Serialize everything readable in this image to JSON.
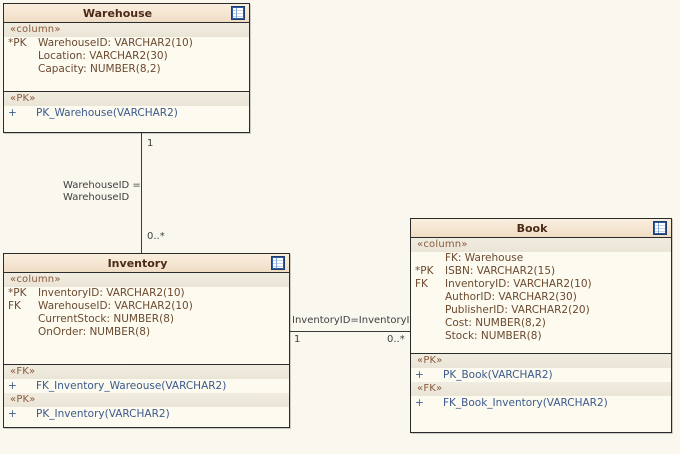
{
  "diagram": {
    "background_color": "#faf7ef",
    "border_color": "#2b2b2b",
    "header_color": "#f5e6d2",
    "title_text_color": "#4a2a16",
    "stereotype_color": "#8a5a3c",
    "operation_color": "#3b5a8c"
  },
  "classes": [
    {
      "name": "Warehouse",
      "icon": "table-icon",
      "compartments": [
        {
          "stereotype": "«column»",
          "rows": [
            {
              "key": "*PK",
              "text": "WarehouseID:  VARCHAR2(10)"
            },
            {
              "key": "",
              "text": "Location:  VARCHAR2(30)"
            },
            {
              "key": "",
              "text": "Capacity:  NUMBER(8,2)"
            }
          ]
        },
        {
          "stereotype": "«PK»",
          "operations": [
            {
              "visibility": "+",
              "signature": "PK_Warehouse(VARCHAR2)"
            }
          ]
        }
      ]
    },
    {
      "name": "Inventory",
      "icon": "table-icon",
      "compartments": [
        {
          "stereotype": "«column»",
          "rows": [
            {
              "key": "*PK",
              "text": "InventoryID:  VARCHAR2(10)"
            },
            {
              "key": "FK",
              "text": "WarehouseID:  VARCHAR2(10)"
            },
            {
              "key": "",
              "text": "CurrentStock:  NUMBER(8)"
            },
            {
              "key": "",
              "text": "OnOrder:  NUMBER(8)"
            }
          ]
        },
        {
          "stereotype": "«FK»",
          "operations": [
            {
              "visibility": "+",
              "signature": "FK_Inventory_Wareouse(VARCHAR2)"
            }
          ]
        },
        {
          "stereotype": "«PK»",
          "operations": [
            {
              "visibility": "+",
              "signature": "PK_Inventory(VARCHAR2)"
            }
          ]
        }
      ]
    },
    {
      "name": "Book",
      "icon": "table-icon",
      "compartments": [
        {
          "stereotype": "«column»",
          "rows": [
            {
              "key": "",
              "text": "FK:  Warehouse"
            },
            {
              "key": "*PK",
              "text": "ISBN:  VARCHAR2(15)"
            },
            {
              "key": "FK",
              "text": "InventoryID:  VARCHAR2(10)"
            },
            {
              "key": "",
              "text": "AuthorID:  VARCHAR2(30)"
            },
            {
              "key": "",
              "text": "PublisherID:  VARCHAR2(20)"
            },
            {
              "key": "",
              "text": "Cost:  NUMBER(8,2)"
            },
            {
              "key": "",
              "text": "Stock:  NUMBER(8)"
            }
          ]
        },
        {
          "stereotype": "«PK»",
          "operations": [
            {
              "visibility": "+",
              "signature": "PK_Book(VARCHAR2)"
            }
          ]
        },
        {
          "stereotype": "«FK»",
          "operations": [
            {
              "visibility": "+",
              "signature": "FK_Book_Inventory(VARCHAR2)"
            }
          ]
        }
      ]
    }
  ],
  "connectors": [
    {
      "id": "warehouse-inventory",
      "label_line1": "WarehouseID =",
      "label_line2": "WarehouseID",
      "source_multiplicity": "1",
      "target_multiplicity": "0..*"
    },
    {
      "id": "inventory-book",
      "label_line1": "InventoryID=InventoryID",
      "source_multiplicity": "1",
      "target_multiplicity": "0..*"
    }
  ]
}
